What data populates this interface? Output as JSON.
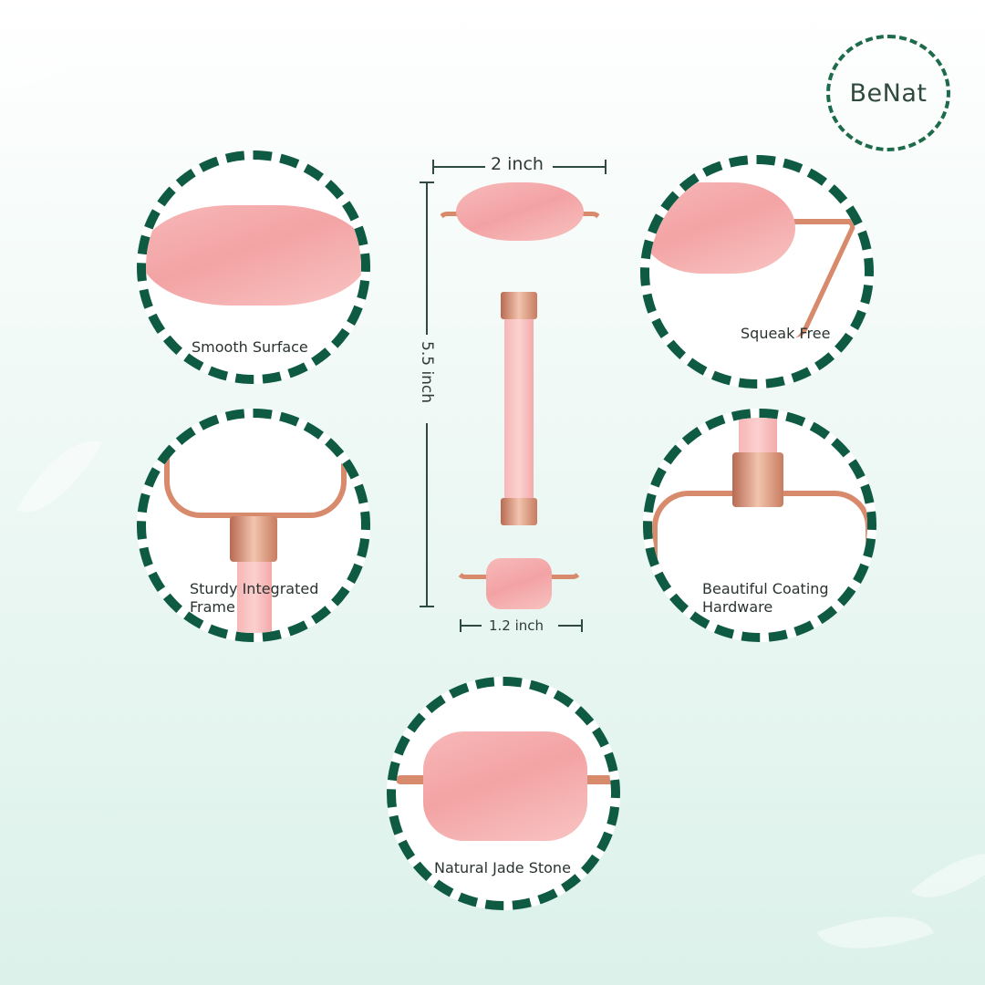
{
  "brand": {
    "logo_text": "BeNat",
    "accent_color": "#0e5a42"
  },
  "dimensions": {
    "width_top": "2 inch",
    "height": "5.5 inch",
    "width_bottom": "1.2 inch"
  },
  "features": [
    {
      "label": "Smooth Surface"
    },
    {
      "label": "Squeak Free"
    },
    {
      "label": "Sturdy Integrated\nFrame"
    },
    {
      "label": "Beautiful Coating\nHardware"
    },
    {
      "label": "Natural Jade Stone"
    }
  ],
  "colors": {
    "stone_pink": "#f4a9aa",
    "rose_gold": "#d88a6c",
    "ring_green": "#0e5a42",
    "background_mint": "#dcf1ea"
  }
}
